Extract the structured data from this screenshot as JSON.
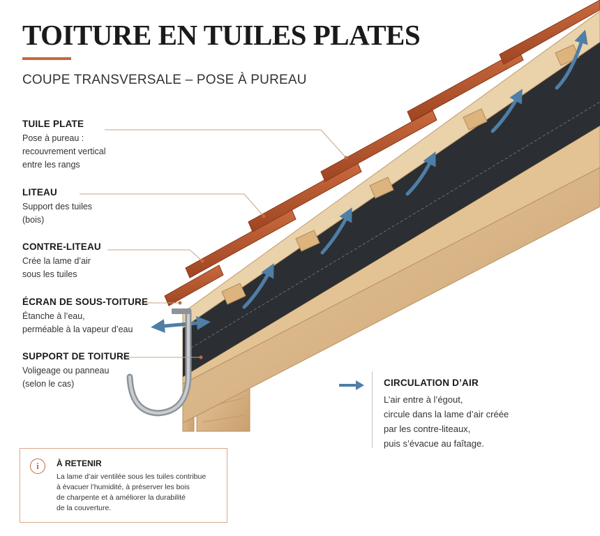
{
  "title": "TOITURE EN TUILES PLATES",
  "subtitle": "COUPE TRANSVERSALE – POSE À PUREAU",
  "labels": [
    {
      "title": "TUILE PLATE",
      "desc": "Pose à pureau :\nrecouvrement vertical\nentre les rangs"
    },
    {
      "title": "LITEAU",
      "desc": "Support des tuiles\n(bois)"
    },
    {
      "title": "CONTRE-LITEAU",
      "desc": "Crée la lame d’air\nsous les tuiles"
    },
    {
      "title": "ÉCRAN DE SOUS-TOITURE",
      "desc": "Étanche à l’eau,\nperméable à la vapeur d’eau"
    },
    {
      "title": "SUPPORT DE TOITURE",
      "desc": "Voligeage ou panneau\n(selon le cas)"
    }
  ],
  "legend": {
    "title": "CIRCULATION D’AIR",
    "desc": "L’air entre à l’égout,\ncircule dans la lame d’air créée\npar les contre-liteaux,\npuis s’évacue au faîtage."
  },
  "note": {
    "icon": "info-icon",
    "title": "À RETENIR",
    "body": "La lame d’air ventilée sous les tuiles contribue\nà évacuer l’humidité, à préserver les bois\nde charpente et à améliorer la durabilité\nde la couverture."
  },
  "colors": {
    "accent": "#c46a3c",
    "tile": "#b9582f",
    "wood": "#dcb98a",
    "membrane": "#2b2f33",
    "air_arrow": "#4f7ea6"
  }
}
